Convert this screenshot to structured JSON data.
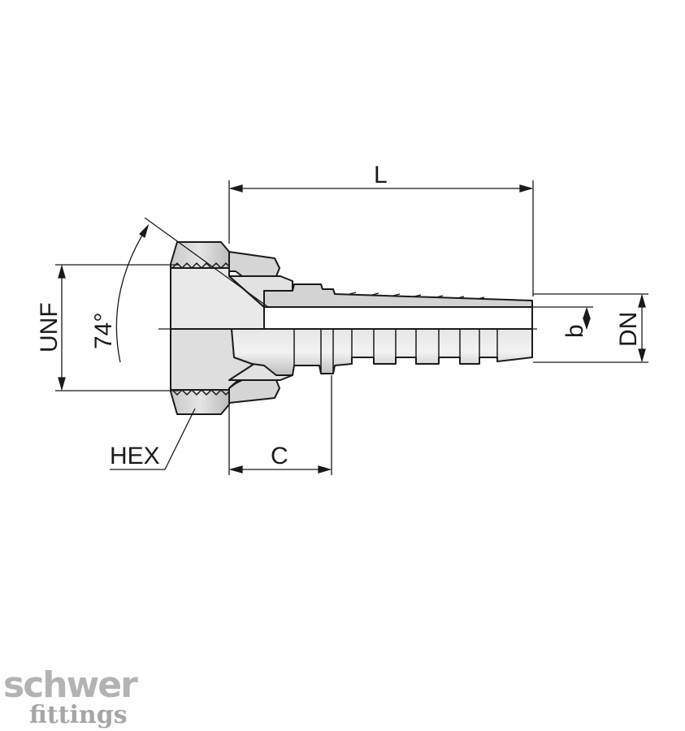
{
  "diagram": {
    "labels": {
      "length": "L",
      "thread": "UNF",
      "angle": "74°",
      "hex": "HEX",
      "collar": "C",
      "bore": "b",
      "nominal_diameter": "DN"
    }
  },
  "logo": {
    "brand": "schwer",
    "tagline": "fittings"
  },
  "colors": {
    "body_fill": "#d8d8d8",
    "body_shade": "#b9b9b9",
    "line": "#1a1a1a",
    "logo": "#b3b3b3"
  }
}
